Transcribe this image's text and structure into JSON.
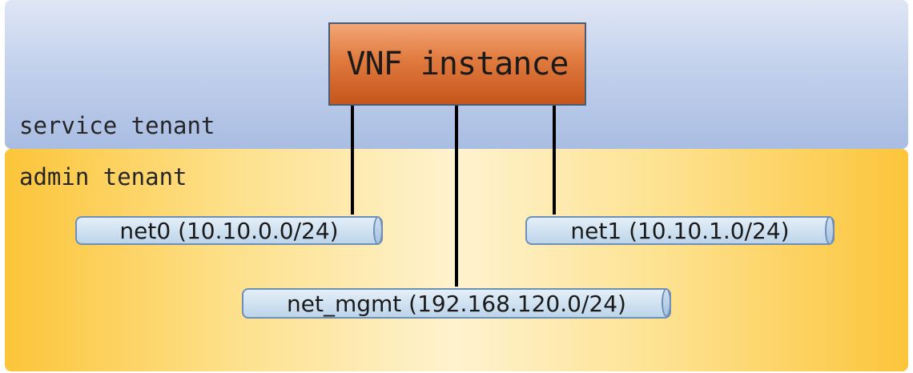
{
  "tenants": {
    "service": {
      "label": "service tenant",
      "color": "#a9bde3"
    },
    "admin": {
      "label": "admin tenant",
      "color": "#fcc53a"
    }
  },
  "vnf": {
    "label": "VNF instance",
    "color": "#e07a3e"
  },
  "networks": {
    "net0": {
      "label": "net0 (10.10.0.0/24)"
    },
    "net1": {
      "label": "net1 (10.10.1.0/24)"
    },
    "net_mgmt": {
      "label": "net_mgmt (192.168.120.0/24)"
    }
  }
}
